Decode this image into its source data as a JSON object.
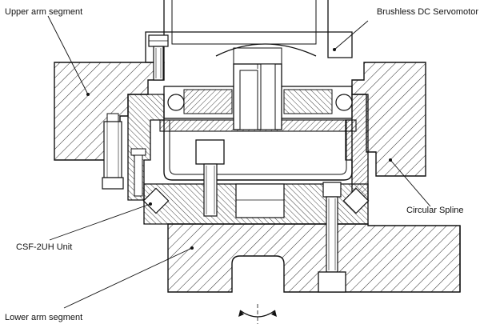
{
  "labels": {
    "upper_arm": "Upper arm segment",
    "servomotor": "Brushless DC Servomotor",
    "circular_spline": "Circular Spline",
    "csf_unit": "CSF-2UH Unit",
    "lower_arm": "Lower arm segment"
  },
  "colors": {
    "line": "#111111",
    "background": "#ffffff"
  }
}
